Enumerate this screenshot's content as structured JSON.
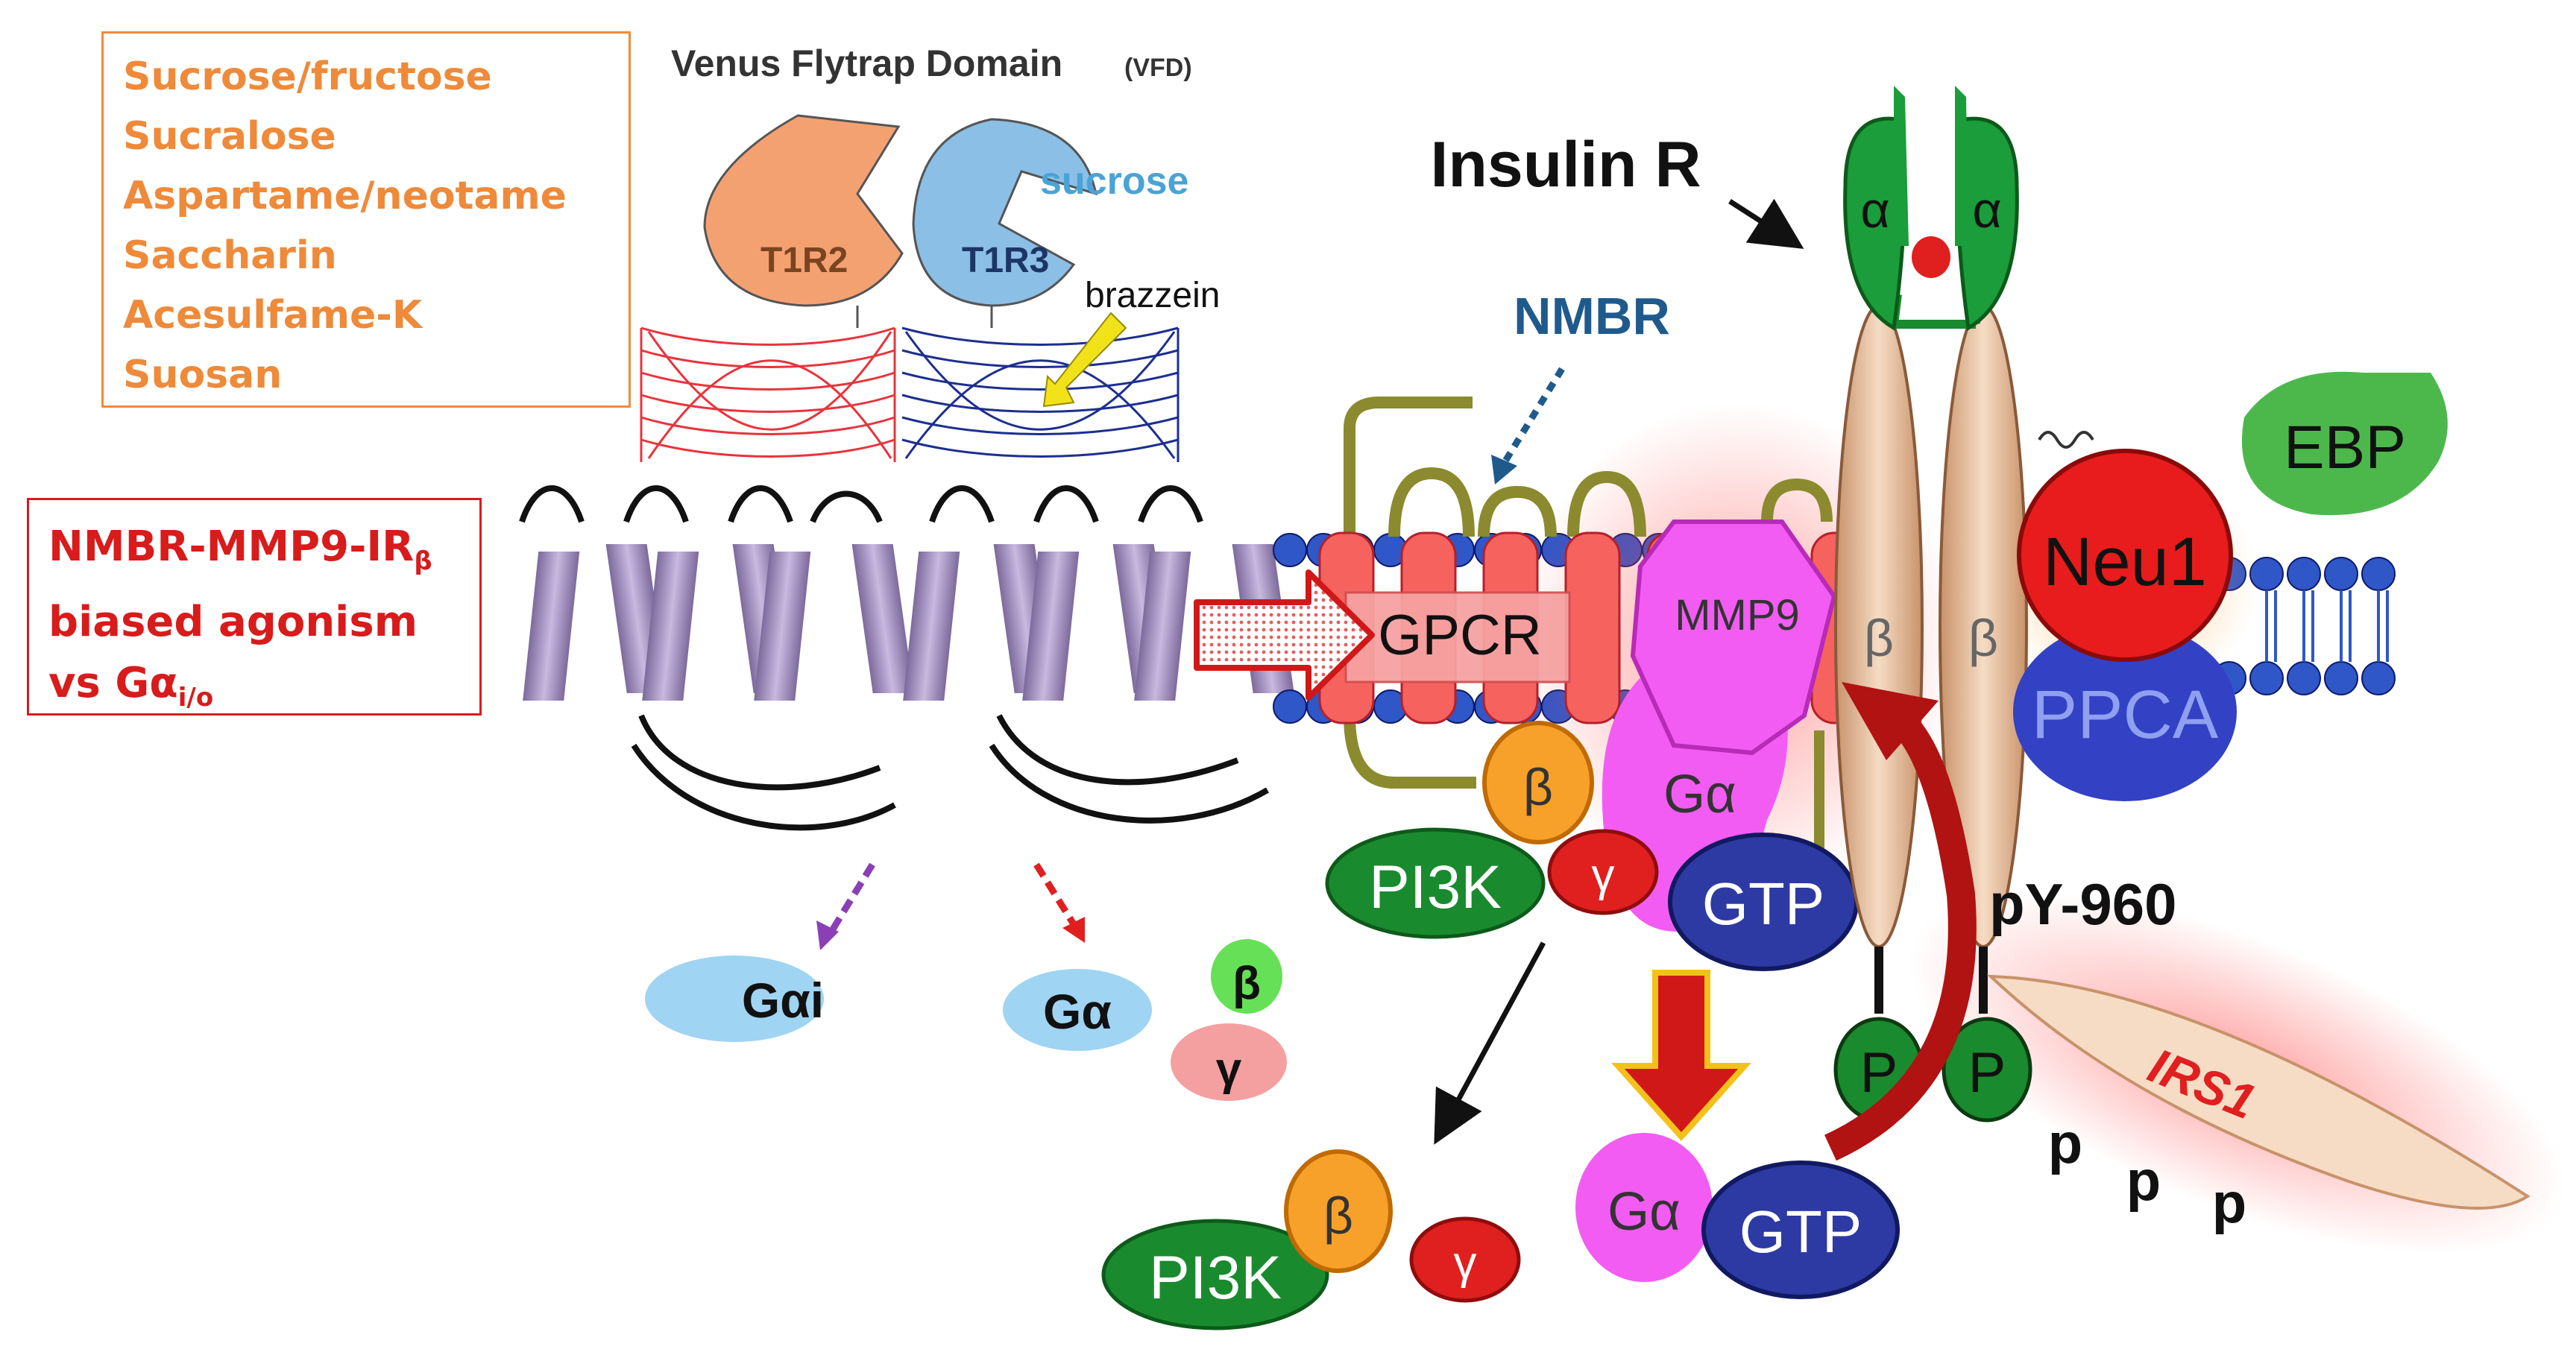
{
  "sweeteners": [
    "Sucrose/fructose",
    "Sucralose",
    "Aspartame/neotame",
    "Saccharin",
    "Acesulfame-K",
    "Suosan"
  ],
  "bias_box": {
    "line1_main": "NMBR-MMP9-IR",
    "line1_sub": "β",
    "line2": "biased agonism",
    "line3_main": "vs Gα",
    "line3_sub": "i/o"
  },
  "vfd": {
    "title": "Venus Flytrap Domain",
    "abbrev": "(VFD)",
    "t1r2": "T1R2",
    "t1r3": "T1R3",
    "sucrose": "sucrose",
    "brazzein": "brazzein"
  },
  "labels": {
    "insulin_r": "Insulin R",
    "nmbr": "NMBR",
    "gpcr": "GPCR",
    "mmp9": "MMP9",
    "alpha": "α",
    "beta": "β",
    "gamma": "γ",
    "g_alpha": "Gα",
    "g_alpha_i": "Gαi",
    "gtp": "GTP",
    "pi3k": "PI3K",
    "neu1": "Neu1",
    "ebp": "EBP",
    "ppca": "PPCA",
    "py960": "pY-960",
    "irs1": "IRS1",
    "p_upper": "P",
    "p_lower": "p"
  },
  "colors": {
    "orange": "#f4a172",
    "blue": "#8bbfe6",
    "red_line": "#e8343d",
    "navy_line": "#1d2f8f",
    "magenta": "#f25cf2",
    "gtp_blue": "#2d3aa3",
    "pi3k_green": "#1a8a2e",
    "neu1_red": "#e81c1c",
    "ebp_green": "#4cb84c",
    "ppca_blue": "#3341c4",
    "nmbr_blue": "#1f5a8c"
  }
}
